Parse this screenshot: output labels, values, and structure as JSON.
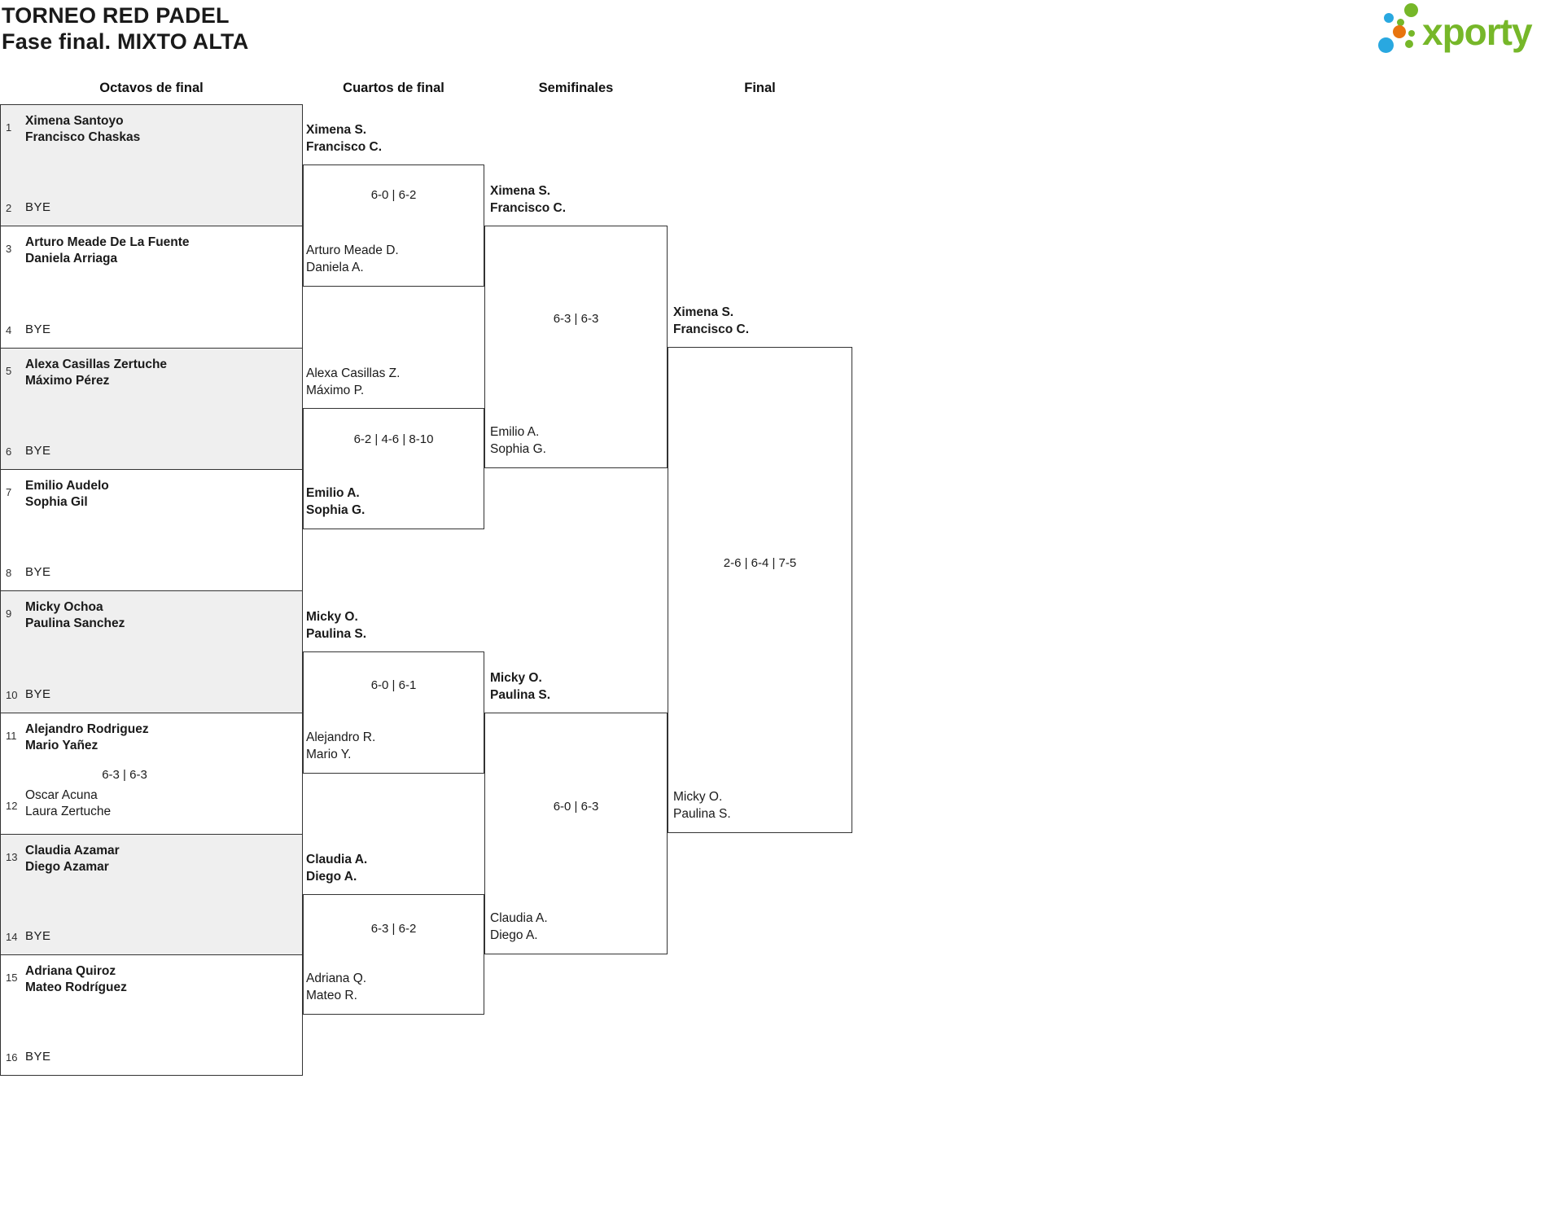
{
  "header": {
    "title_line1": "TORNEO RED PADEL",
    "title_line2": "Fase final. MIXTO ALTA"
  },
  "logo": {
    "text": "xporty",
    "green": "#76b729",
    "blue": "#29a8e0",
    "orange": "#e8740e"
  },
  "rounds": [
    {
      "label": "Octavos de final"
    },
    {
      "label": "Cuartos de final"
    },
    {
      "label": "Semifinales"
    },
    {
      "label": "Final"
    }
  ],
  "colors": {
    "box_fill_alt": "#efefef",
    "border": "#333333"
  },
  "r16": [
    {
      "seed_top": "1",
      "top1": "Ximena Santoyo",
      "top2": "Francisco Chaskas",
      "seed_bottom": "2",
      "bottom_bye": "BYE"
    },
    {
      "seed_top": "3",
      "top1": "Arturo Meade De La Fuente",
      "top2": "Daniela Arriaga",
      "seed_bottom": "4",
      "bottom_bye": "BYE"
    },
    {
      "seed_top": "5",
      "top1": "Alexa Casillas Zertuche",
      "top2": "Máximo Pérez",
      "seed_bottom": "6",
      "bottom_bye": "BYE"
    },
    {
      "seed_top": "7",
      "top1": "Emilio Audelo",
      "top2": "Sophia Gil",
      "seed_bottom": "8",
      "bottom_bye": "BYE"
    },
    {
      "seed_top": "9",
      "top1": "Micky Ochoa",
      "top2": "Paulina Sanchez",
      "seed_bottom": "10",
      "bottom_bye": "BYE"
    },
    {
      "seed_top": "11",
      "top1": "Alejandro Rodriguez",
      "top2": "Mario Yañez",
      "score": "6-3 | 6-3",
      "seed_bottom": "12",
      "bottom1": "Oscar Acuna",
      "bottom2": "Laura Zertuche"
    },
    {
      "seed_top": "13",
      "top1": "Claudia Azamar",
      "top2": "Diego Azamar",
      "seed_bottom": "14",
      "bottom_bye": "BYE"
    },
    {
      "seed_top": "15",
      "top1": "Adriana Quiroz",
      "top2": "Mateo Rodríguez",
      "seed_bottom": "16",
      "bottom_bye": "BYE"
    }
  ],
  "quarterfinals": [
    {
      "top1": "Ximena S.",
      "top2": "Francisco C.",
      "score": "6-0 | 6-2",
      "bottom1": "Arturo Meade D.",
      "bottom2": "Daniela A."
    },
    {
      "top1": "Alexa Casillas Z.",
      "top2": "Máximo P.",
      "score": "6-2 | 4-6 | 8-10",
      "bottom1": "Emilio A.",
      "bottom2": "Sophia G."
    },
    {
      "top1": "Micky O.",
      "top2": "Paulina S.",
      "score": "6-0 | 6-1",
      "bottom1": "Alejandro R.",
      "bottom2": "Mario Y."
    },
    {
      "top1": "Claudia A.",
      "top2": "Diego A.",
      "score": "6-3 | 6-2",
      "bottom1": "Adriana Q.",
      "bottom2": "Mateo R."
    }
  ],
  "semifinals": [
    {
      "top1": "Ximena S.",
      "top2": "Francisco C.",
      "score": "6-3 | 6-3",
      "bottom1": "Emilio A.",
      "bottom2": "Sophia G."
    },
    {
      "top1": "Micky O.",
      "top2": "Paulina S.",
      "score": "6-0 | 6-3",
      "bottom1": "Claudia A.",
      "bottom2": "Diego A."
    }
  ],
  "final": {
    "top1": "Ximena S.",
    "top2": "Francisco C.",
    "score": "2-6 | 6-4 | 7-5",
    "bottom1": "Micky O.",
    "bottom2": "Paulina S."
  }
}
